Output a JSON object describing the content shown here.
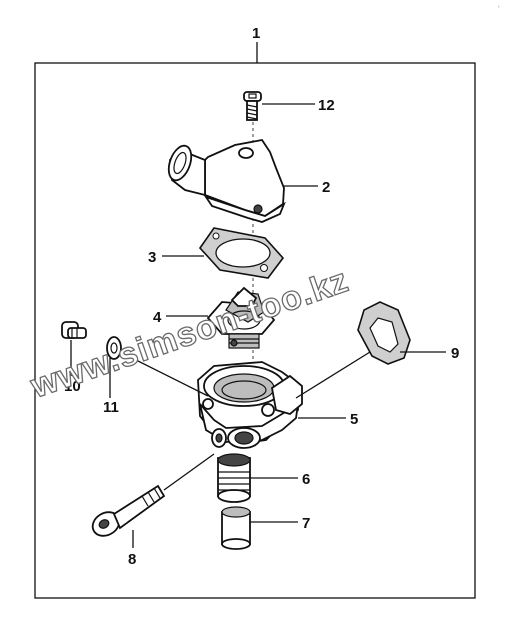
{
  "watermark": "www.simson-too.kz",
  "corner_mark": "ʼ",
  "callouts": {
    "assembly": "1",
    "thermostat_housing_cover": "2",
    "cover_gasket": "3",
    "thermostat": "4",
    "thermostat_housing": "5",
    "sleeve_upper": "6",
    "sleeve_lower": "7",
    "long_bolt": "8",
    "flange_gasket": "9",
    "plug": "10",
    "washer": "11",
    "screw": "12"
  }
}
